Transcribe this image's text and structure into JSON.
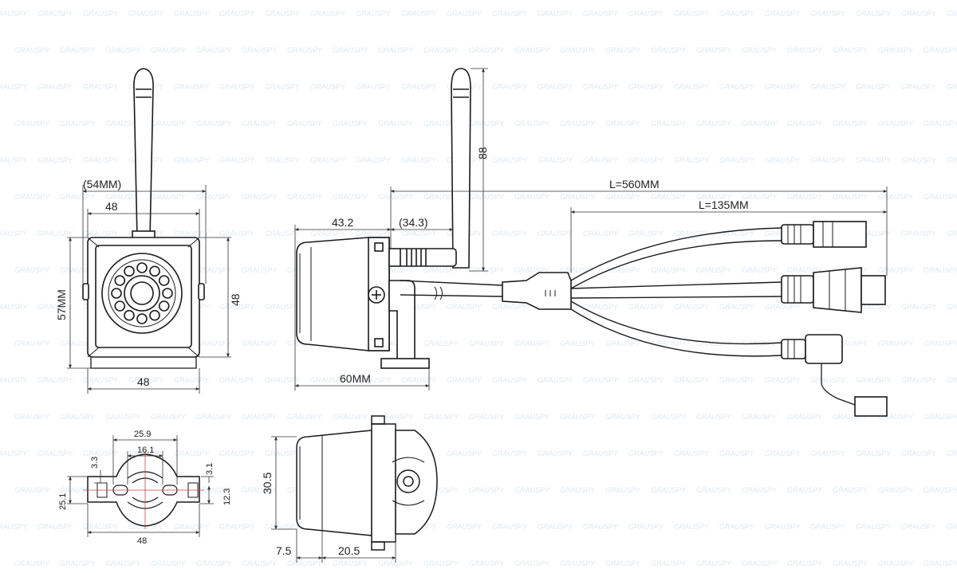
{
  "watermark": {
    "text": "GRAUSPY",
    "color": "#b9cbdc"
  },
  "front_view": {
    "dim_top_paren": "(54MM)",
    "dim_top": "48",
    "dim_left": "57MM",
    "dim_right": "48",
    "dim_bottom": "48"
  },
  "side_view": {
    "dim_antenna_height": "88",
    "dim_total_cable": "L=560MM",
    "dim_branch_cable": "L=135MM",
    "dim_body": "43.2",
    "dim_connector_paren": "(34.3)",
    "dim_depth": "60MM"
  },
  "bracket_view": {
    "dim_top_outer": "25.9",
    "dim_top_inner": "16.1",
    "dim_left_small": "3.3",
    "dim_left_height": "25.1",
    "dim_right_small": "3.1",
    "dim_right_height": "12.3",
    "dim_bottom": "48"
  },
  "bottom_view": {
    "dim_height": "30.5",
    "dim_left": "7.5",
    "dim_right": "20.5"
  },
  "colors": {
    "line": "#1a1a1a",
    "dim": "#333333",
    "centerline": "#d04040"
  }
}
